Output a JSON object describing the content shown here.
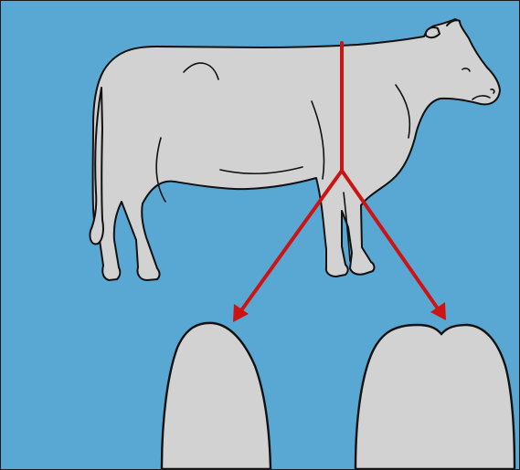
{
  "colors": {
    "background": "#58a8d3",
    "shape_fill": "#d2d2d2",
    "outline": "#111111",
    "arrow": "#cc1414",
    "frame": "#1a1a1a"
  },
  "icons": {
    "animal": "cow-silhouette",
    "left_section": "narrow-cross-section",
    "right_section": "wide-cross-section"
  }
}
